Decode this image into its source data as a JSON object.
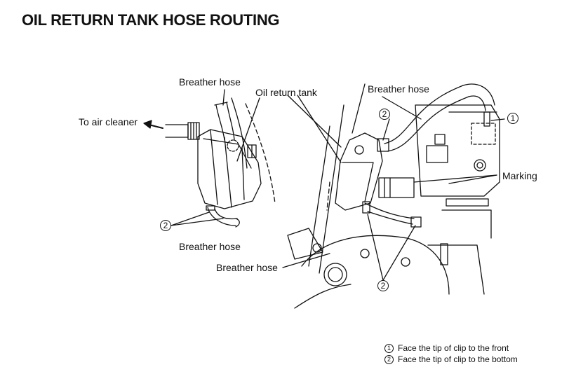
{
  "title": "OIL RETURN TANK HOSE ROUTING",
  "labels": {
    "breather_hose_top_left": "Breather hose",
    "oil_return_tank": "Oil return tank",
    "breather_hose_top_right": "Breather hose",
    "to_air_cleaner": "To air cleaner",
    "marking": "Marking",
    "breather_hose_lower_left": "Breather hose",
    "breather_hose_center": "Breather hose"
  },
  "callouts": {
    "one": "1",
    "two": "2"
  },
  "legend": [
    {
      "num": "1",
      "text": "Face the tip of clip to the front"
    },
    {
      "num": "2",
      "text": "Face the tip of clip to the bottom"
    }
  ]
}
